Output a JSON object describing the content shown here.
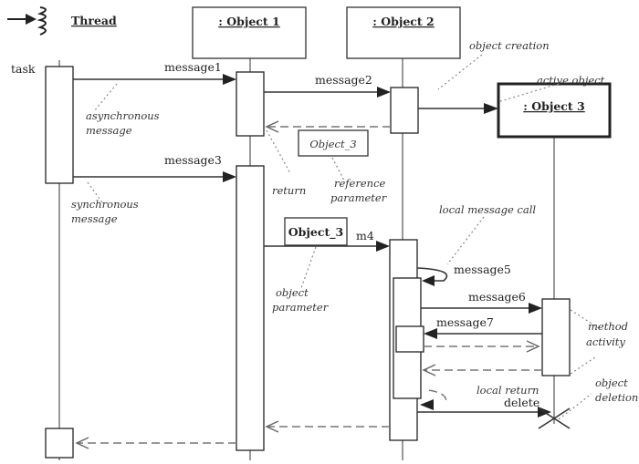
{
  "thread": {
    "label": "Thread",
    "task_label": "task"
  },
  "objects": [
    {
      "label": ": Object 1"
    },
    {
      "label": ": Object 2"
    },
    {
      "label": ": Object 3"
    }
  ],
  "messages": {
    "m1": "message1",
    "m2": "message2",
    "m3": "message3",
    "m4": "m4",
    "m5": "message5",
    "m6": "message6",
    "m7": "message7",
    "delete": "delete"
  },
  "parameters": {
    "ref": "Object_3",
    "obj": "Object_3"
  },
  "annotations": {
    "object_creation": "object creation",
    "active_object": "active object",
    "asynchronous": [
      "asynchronous",
      "message"
    ],
    "synchronous": [
      "synchronous",
      "message"
    ],
    "return": "return",
    "reference_parameter": [
      "reference",
      "parameter"
    ],
    "object_parameter": [
      "object",
      "parameter"
    ],
    "local_message_call": "local message call",
    "method_activity": [
      "method",
      "activity"
    ],
    "local_return": "local return",
    "object_deletion": [
      "object",
      "deletion"
    ]
  }
}
